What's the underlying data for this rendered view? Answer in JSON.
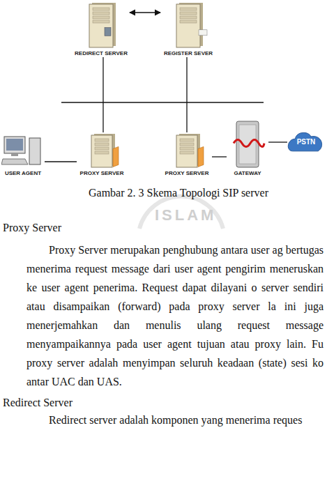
{
  "diagram": {
    "caption": "Gambar 2. 3 Skema Topologi SIP server",
    "nodes": [
      {
        "text": [
          "REDIRECT SERVER"
        ]
      },
      {
        "text": [
          "REGISTER SEVER"
        ]
      },
      {
        "text": [
          "USER AGENT"
        ]
      },
      {
        "text": [
          "PROXY SERVER"
        ]
      },
      {
        "text": [
          "PROXY SERVER"
        ]
      },
      {
        "text": [
          "GATEWAY"
        ]
      },
      {
        "text": [
          "PSTN"
        ]
      }
    ],
    "edges": [
      {
        "from": 0,
        "to": 1,
        "arrow": "both"
      },
      {
        "from": 0,
        "to": 3,
        "arrow": "none"
      },
      {
        "from": 1,
        "to": 4,
        "arrow": "none"
      },
      {
        "from": 2,
        "to": 3,
        "arrow": "none"
      },
      {
        "from": 4,
        "to": 5,
        "arrow": "none"
      },
      {
        "from": 5,
        "to": 6,
        "arrow": "none"
      }
    ],
    "labels": [
      "ISLAM",
      "Proxy Server",
      "Proxy Server merupakan penghubung antara user ag bertugas menerima request message dari user agent pengirim meneruskan ke user agent penerima. Request dapat dilayani o server sendiri atau disampaikan (forward) pada proxy server la ini juga menerjemahkan dan menulis ulang request message menyampaikannya pada user agent tujuan atau proxy lain. Fu proxy server adalah menyimpan seluruh keadaan (state) sesi ko antar UAC dan UAS.",
      "Redirect Server",
      "Redirect server adalah komponen yang menerima reques"
    ]
  }
}
